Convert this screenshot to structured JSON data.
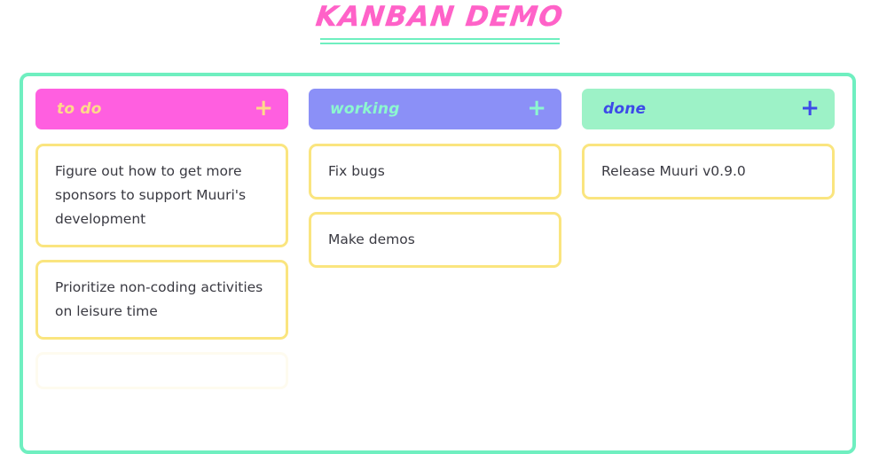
{
  "header": {
    "title": "KANBAN DEMO",
    "title_color": "#ff62c8",
    "underline_color": "#6fefc0"
  },
  "board": {
    "border_color": "#6fefc0",
    "card_border_color": "#fae57f",
    "card_text_color": "#3a3a42",
    "add_icon": "+",
    "columns": [
      {
        "id": "todo",
        "label": "to do",
        "header_bg": "#ff5fe0",
        "header_fg": "#ffd98a",
        "add_label": "+",
        "cards": [
          {
            "text": "Figure out how to get more sponsors to support Muuri's development"
          },
          {
            "text": "Prioritize non-coding activities on leisure time"
          },
          {
            "text": "",
            "ghost": true
          }
        ]
      },
      {
        "id": "working",
        "label": "working",
        "header_bg": "#8b90f7",
        "header_fg": "#8cf7cf",
        "add_label": "+",
        "cards": [
          {
            "text": "Fix bugs"
          },
          {
            "text": "Make demos"
          }
        ]
      },
      {
        "id": "done",
        "label": "done",
        "header_bg": "#9df2c7",
        "header_fg": "#3d4ae8",
        "add_label": "+",
        "cards": [
          {
            "text": "Release Muuri v0.9.0"
          }
        ]
      }
    ]
  }
}
